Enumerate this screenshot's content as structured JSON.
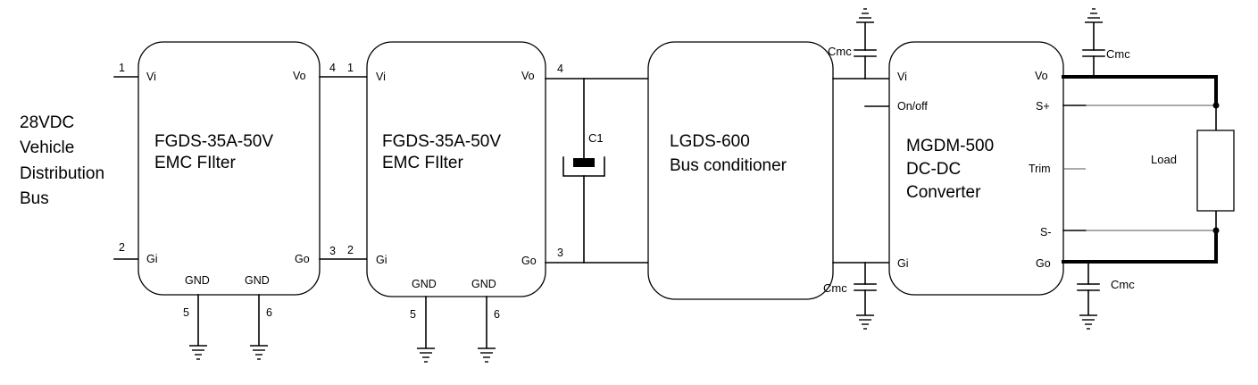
{
  "input_label": [
    "28VDC",
    "Vehicle",
    "Distribution",
    "Bus"
  ],
  "filter1": {
    "title": [
      "FGDS-35A-50V",
      "EMC FIlter"
    ],
    "pins": {
      "vi": "Vi",
      "vo": "Vo",
      "gi": "Gi",
      "go": "Go",
      "gnd_a": "GND",
      "gnd_b": "GND"
    },
    "numbers": {
      "vi": "1",
      "vo": "4",
      "gi": "2",
      "go": "3",
      "gnd_a": "5",
      "gnd_b": "6"
    }
  },
  "filter2": {
    "title": [
      "FGDS-35A-50V",
      "EMC FIlter"
    ],
    "pins": {
      "vi": "Vi",
      "vo": "Vo",
      "gi": "Gi",
      "go": "Go",
      "gnd_a": "GND",
      "gnd_b": "GND"
    },
    "numbers": {
      "vi": "1",
      "vo": "4",
      "gi": "2",
      "go": "3",
      "gnd_a": "5",
      "gnd_b": "6"
    }
  },
  "capacitor_c1": "C1",
  "conditioner": {
    "title": [
      "LGDS-600",
      "Bus conditioner"
    ]
  },
  "converter": {
    "title": [
      "MGDM-500",
      "DC-DC",
      "Converter"
    ],
    "pins": {
      "vi": "Vi",
      "onoff": "On/off",
      "gi": "Gi",
      "vo": "Vo",
      "splus": "S+",
      "trim": "Trim",
      "sminus": "S-",
      "go": "Go"
    }
  },
  "cmc": {
    "in_top": "Cmc",
    "in_bottom": "Cmc",
    "out_top": "Cmc",
    "out_bottom": "Cmc"
  },
  "load": "Load",
  "colors": {
    "line": "#000000",
    "sense": "#555555",
    "fill": "#ffffff"
  }
}
